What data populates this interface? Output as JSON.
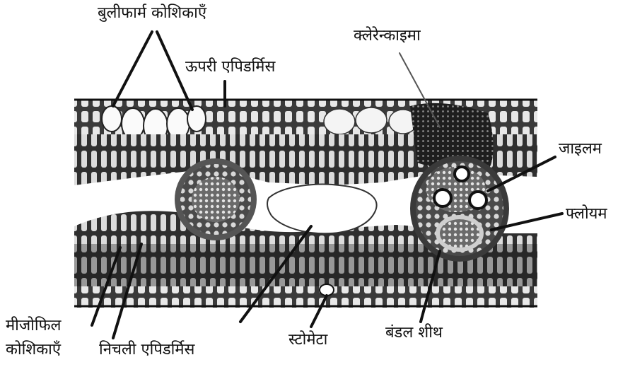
{
  "labels": {
    "bulliform": "बुलीफार्म कोशिकाएँ",
    "upper_epidermis": "ऊपरी एपिडर्मिस",
    "sclerenchyma": "क्लेरेन्काइमा",
    "xylem": "जाइलम",
    "phloem": "फ्लोयम",
    "mesophyll_line1": "मीजोफिल",
    "mesophyll_line2": "कोशिकाएँ",
    "lower_epidermis": "निचली एपिडर्मिस",
    "stomata": "स्टोमेटा",
    "bundle_sheath": "बंडल शीथ"
  },
  "colors": {
    "ink": "#111111",
    "tissue_dark": "#2a2a2a",
    "tissue_mid": "#6b6b6b",
    "background": "#ffffff"
  }
}
